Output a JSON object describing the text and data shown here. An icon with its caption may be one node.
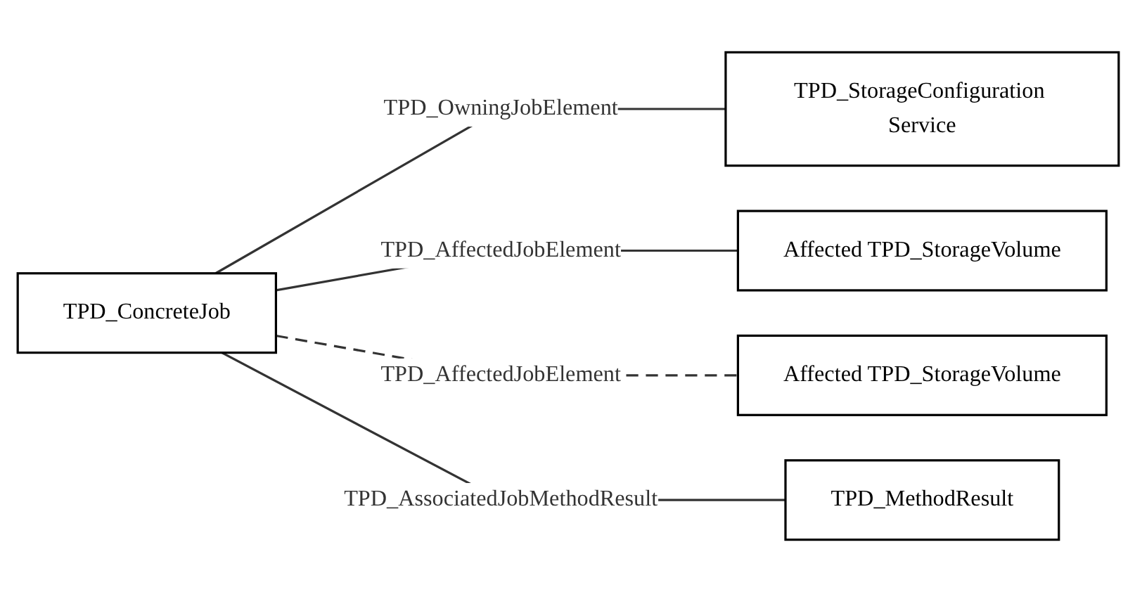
{
  "diagram": {
    "nodes": [
      {
        "text": [
          "TPD_StorageConfiguration Service"
        ]
      },
      {
        "text": [
          "Affected TPD_StorageVolume"
        ]
      },
      {
        "text": [
          "TPD_ConcreteJob"
        ]
      },
      {
        "text": [
          "Affected TPD_StorageVolume"
        ]
      },
      {
        "text": [
          "TPD_MethodResult"
        ]
      }
    ],
    "edges": [
      {
        "from": 2,
        "to": 0,
        "arrow": "none",
        "label": "TPD_OwningJobElement"
      },
      {
        "from": 2,
        "to": 1,
        "arrow": "none",
        "label": "TPD_AffectedJobElement"
      },
      {
        "from": 2,
        "to": 3,
        "arrow": "none",
        "label": "TPD_AffectedJobElement",
        "style": "dashed"
      },
      {
        "from": 2,
        "to": 4,
        "arrow": "none",
        "label": "TPD_AssociatedJobMethodResult"
      }
    ]
  }
}
